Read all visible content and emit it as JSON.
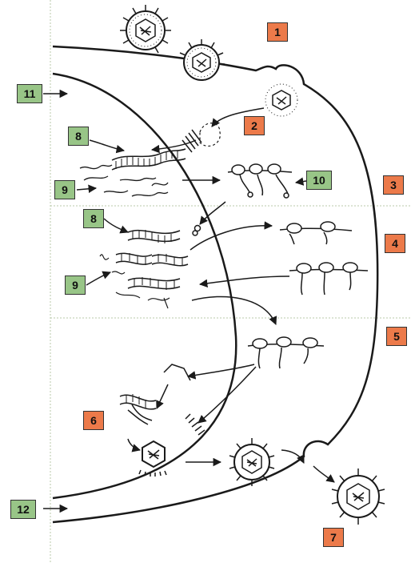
{
  "colors": {
    "orange_label": "#ec7a4a",
    "green_label": "#98c587",
    "line": "#1a1a1a",
    "guide": "#b9c9a8"
  },
  "labels": {
    "l1": "1",
    "l2": "2",
    "l3": "3",
    "l4": "4",
    "l5": "5",
    "l6": "6",
    "l7": "7",
    "l8a": "8",
    "l8b": "8",
    "l9a": "9",
    "l9b": "9",
    "l10": "10",
    "l11": "11",
    "l12": "12"
  }
}
